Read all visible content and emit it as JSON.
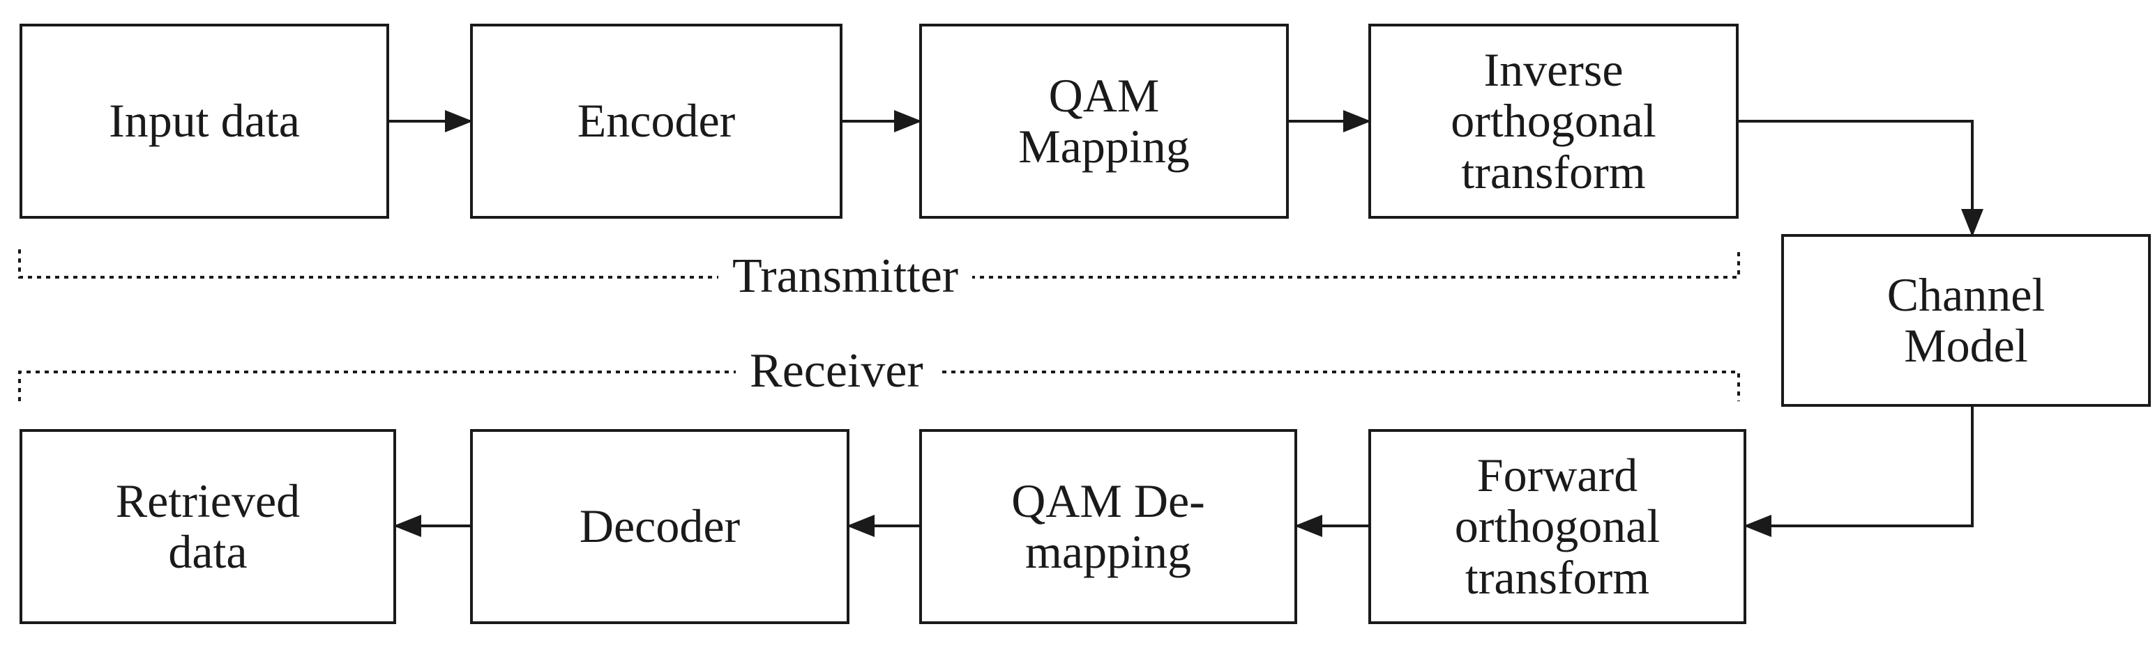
{
  "transmitter": {
    "label": "Transmitter",
    "blocks": [
      {
        "id": "input-data",
        "lines": [
          "Input data"
        ]
      },
      {
        "id": "encoder",
        "lines": [
          "Encoder"
        ]
      },
      {
        "id": "qam-mapping",
        "lines": [
          "QAM",
          "Mapping"
        ]
      },
      {
        "id": "inverse-orthogonal-transform",
        "lines": [
          "Inverse",
          "orthogonal",
          "transform"
        ]
      }
    ]
  },
  "channel": {
    "id": "channel-model",
    "lines": [
      "Channel",
      "Model"
    ]
  },
  "receiver": {
    "label": "Receiver",
    "blocks": [
      {
        "id": "forward-orthogonal-transform",
        "lines": [
          "Forward",
          "orthogonal",
          "transform"
        ]
      },
      {
        "id": "qam-demapping",
        "lines": [
          "QAM De-",
          "mapping"
        ]
      },
      {
        "id": "decoder",
        "lines": [
          "Decoder"
        ]
      },
      {
        "id": "retrieved-data",
        "lines": [
          "Retrieved",
          "data"
        ]
      }
    ]
  },
  "colors": {
    "stroke": "#1a1a1a",
    "background": "#ffffff"
  }
}
